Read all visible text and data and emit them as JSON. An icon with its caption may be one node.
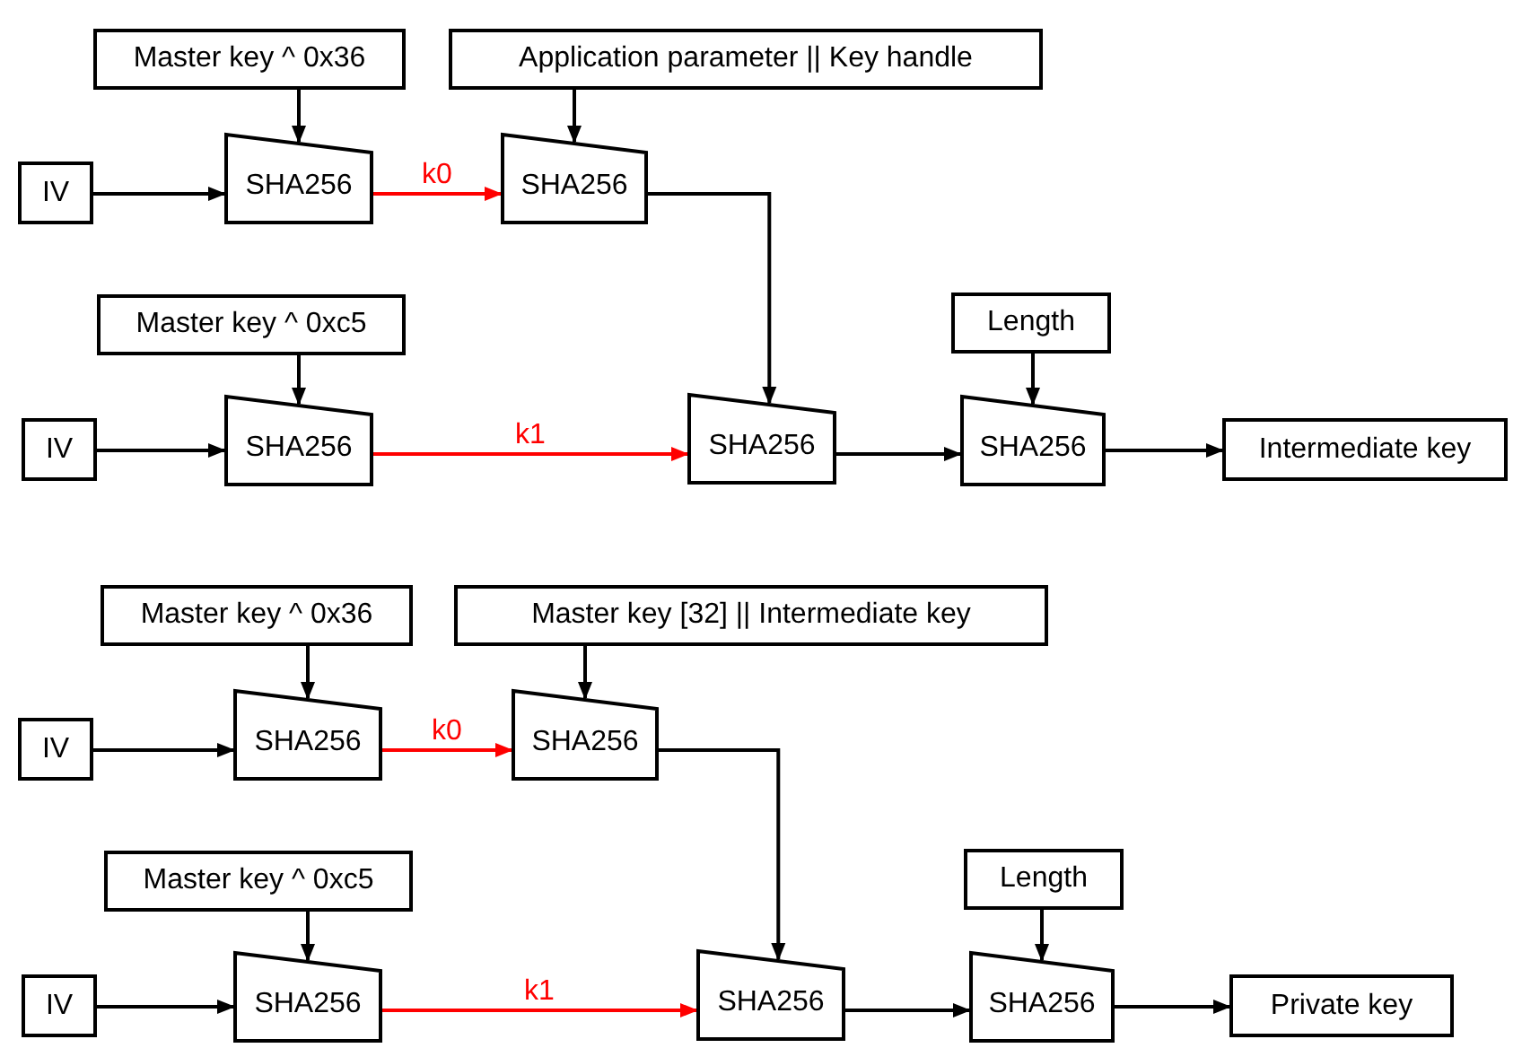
{
  "diagram": {
    "nodes": [
      {
        "text": [
          "Master key ^ 0x36"
        ]
      },
      {
        "text": [
          "Application parameter || Key handle"
        ]
      },
      {
        "text": [
          "IV"
        ]
      },
      {
        "text": [
          "SHA256"
        ]
      },
      {
        "text": [
          "SHA256"
        ]
      },
      {
        "text": [
          "Master key ^ 0xc5"
        ]
      },
      {
        "text": [
          "Length"
        ]
      },
      {
        "text": [
          "IV"
        ]
      },
      {
        "text": [
          "SHA256"
        ]
      },
      {
        "text": [
          "SHA256"
        ]
      },
      {
        "text": [
          "SHA256"
        ]
      },
      {
        "text": [
          "Intermediate key"
        ]
      },
      {
        "text": [
          "Master key ^ 0x36"
        ]
      },
      {
        "text": [
          "Master key [32] || Intermediate key"
        ]
      },
      {
        "text": [
          "IV"
        ]
      },
      {
        "text": [
          "SHA256"
        ]
      },
      {
        "text": [
          "SHA256"
        ]
      },
      {
        "text": [
          "Master key ^ 0xc5"
        ]
      },
      {
        "text": [
          "Length"
        ]
      },
      {
        "text": [
          "IV"
        ]
      },
      {
        "text": [
          "SHA256"
        ]
      },
      {
        "text": [
          "SHA256"
        ]
      },
      {
        "text": [
          "SHA256"
        ]
      },
      {
        "text": [
          "Private key"
        ]
      }
    ],
    "edges": [
      {
        "from": 0,
        "to": 3,
        "arrow": "to"
      },
      {
        "from": 1,
        "to": 4,
        "arrow": "to"
      },
      {
        "from": 2,
        "to": 3,
        "arrow": "to"
      },
      {
        "from": 3,
        "to": 4,
        "arrow": "to",
        "label": "k0",
        "color": "#ff0000"
      },
      {
        "from": 4,
        "to": 9,
        "arrow": "to"
      },
      {
        "from": 5,
        "to": 8,
        "arrow": "to"
      },
      {
        "from": 7,
        "to": 8,
        "arrow": "to"
      },
      {
        "from": 8,
        "to": 9,
        "arrow": "to",
        "label": "k1",
        "color": "#ff0000"
      },
      {
        "from": 6,
        "to": 10,
        "arrow": "to"
      },
      {
        "from": 9,
        "to": 10,
        "arrow": "to"
      },
      {
        "from": 10,
        "to": 11,
        "arrow": "to"
      },
      {
        "from": 12,
        "to": 15,
        "arrow": "to"
      },
      {
        "from": 13,
        "to": 16,
        "arrow": "to"
      },
      {
        "from": 14,
        "to": 15,
        "arrow": "to"
      },
      {
        "from": 15,
        "to": 16,
        "arrow": "to",
        "label": "k0",
        "color": "#ff0000"
      },
      {
        "from": 16,
        "to": 21,
        "arrow": "to"
      },
      {
        "from": 17,
        "to": 20,
        "arrow": "to"
      },
      {
        "from": 19,
        "to": 20,
        "arrow": "to"
      },
      {
        "from": 20,
        "to": 21,
        "arrow": "to",
        "label": "k1",
        "color": "#ff0000"
      },
      {
        "from": 18,
        "to": 22,
        "arrow": "to"
      },
      {
        "from": 21,
        "to": 22,
        "arrow": "to"
      },
      {
        "from": 22,
        "to": 23,
        "arrow": "to"
      }
    ]
  }
}
